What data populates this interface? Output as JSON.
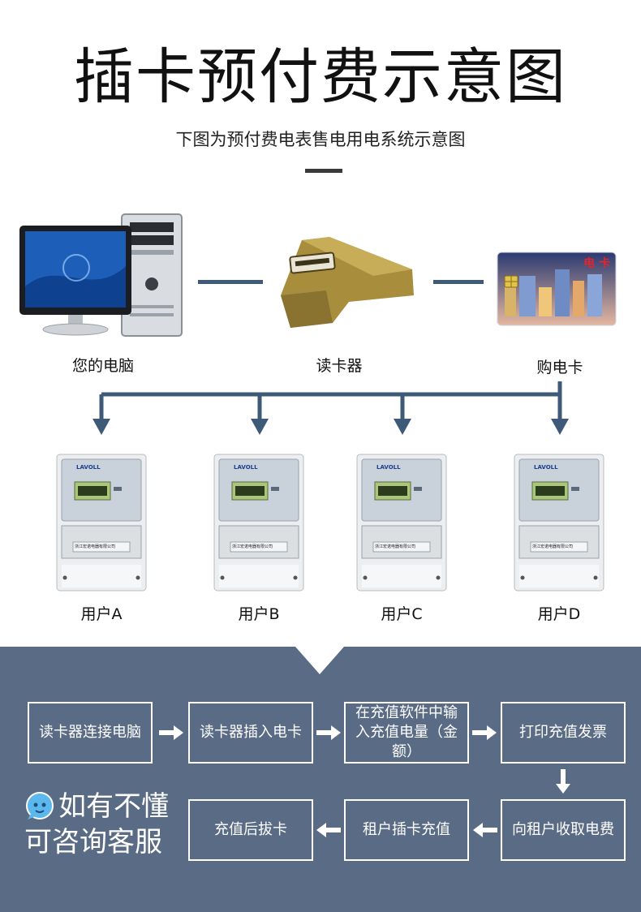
{
  "header": {
    "title": "插卡预付费示意图",
    "subtitle": "下图为预付费电表售电用电系统示意图"
  },
  "devices": {
    "computer_label": "您的电脑",
    "reader_label": "读卡器",
    "card_label": "购电卡",
    "card_text": "电 卡"
  },
  "meters": {
    "brand": "LAVOLL",
    "company": "浙江宏诺电器有限公司",
    "users": [
      "用户A",
      "用户B",
      "用户C",
      "用户D"
    ]
  },
  "flow": {
    "steps": [
      "读卡器连接电脑",
      "读卡器插入电卡",
      "在充值软件中输入充值电量（金额）",
      "打印充值发票",
      "向租户收取电费",
      "租户插卡充值",
      "充值后拔卡"
    ]
  },
  "help": {
    "line1": "如有不懂",
    "line2": "可咨询客服"
  },
  "colors": {
    "line": "#3f5a78",
    "panel": "#5a6b85"
  }
}
